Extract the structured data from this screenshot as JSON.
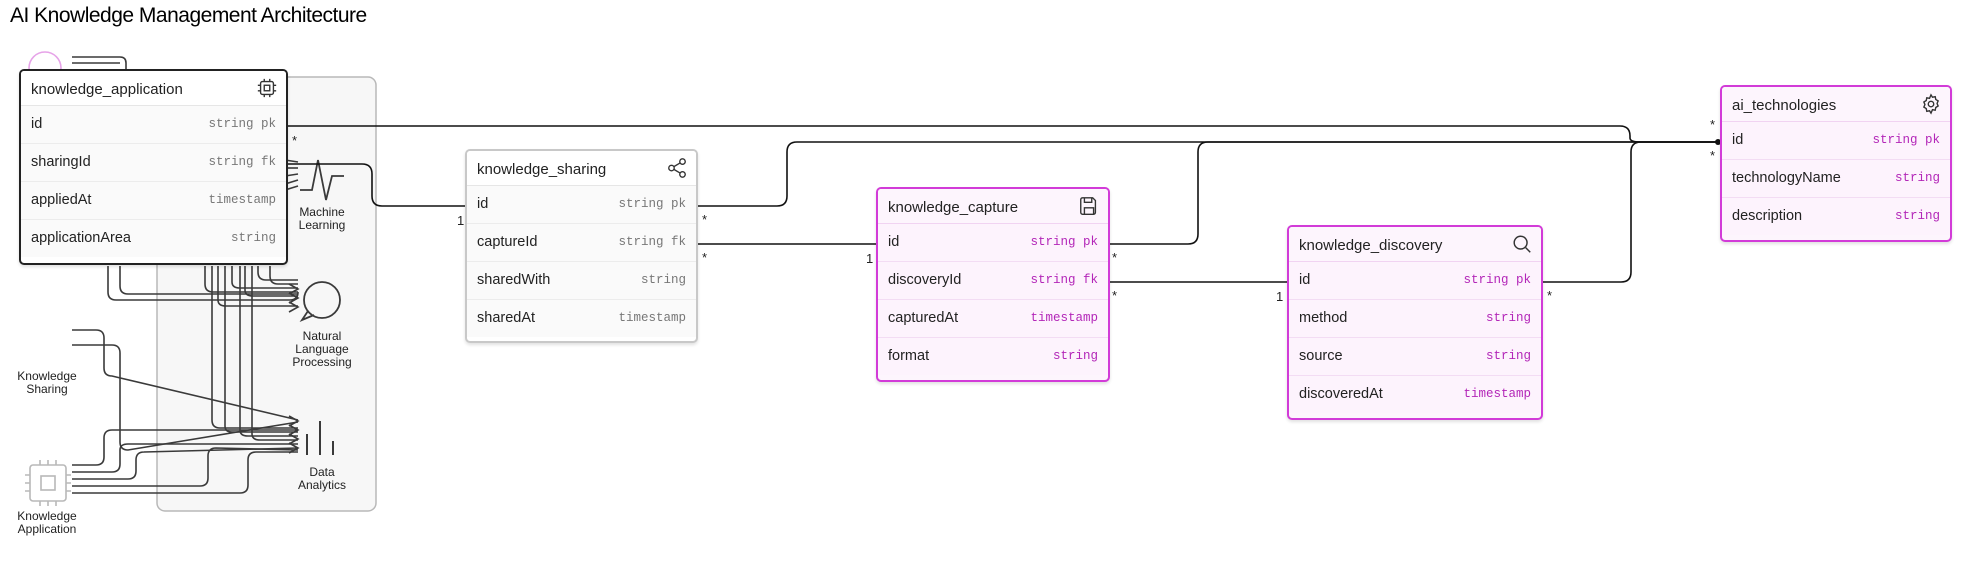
{
  "diagram": {
    "title": "AI Knowledge Management Architecture",
    "colors": {
      "line": "#222222",
      "magenta": "#d23bd8",
      "gray_border": "#c8c8c8",
      "group_fill": "#f7f7f7"
    }
  },
  "flow_nodes": {
    "machine_learning": "Machine Learning",
    "nlp": "Natural Language Processing",
    "data_analytics": "Data Analytics",
    "knowledge_sharing": "Knowledge Sharing",
    "knowledge_application": "Knowledge Application"
  },
  "entities": [
    {
      "id": "knowledge_application",
      "title": "knowledge_application",
      "icon": "cpu-chip-icon",
      "fields": [
        {
          "name": "id",
          "type": "string pk"
        },
        {
          "name": "sharingId",
          "type": "string fk"
        },
        {
          "name": "appliedAt",
          "type": "timestamp"
        },
        {
          "name": "applicationArea",
          "type": "string"
        }
      ]
    },
    {
      "id": "knowledge_sharing",
      "title": "knowledge_sharing",
      "icon": "share-icon",
      "fields": [
        {
          "name": "id",
          "type": "string pk"
        },
        {
          "name": "captureId",
          "type": "string fk"
        },
        {
          "name": "sharedWith",
          "type": "string"
        },
        {
          "name": "sharedAt",
          "type": "timestamp"
        }
      ]
    },
    {
      "id": "knowledge_capture",
      "title": "knowledge_capture",
      "icon": "save-icon",
      "fields": [
        {
          "name": "id",
          "type": "string pk"
        },
        {
          "name": "discoveryId",
          "type": "string fk"
        },
        {
          "name": "capturedAt",
          "type": "timestamp"
        },
        {
          "name": "format",
          "type": "string"
        }
      ]
    },
    {
      "id": "knowledge_discovery",
      "title": "knowledge_discovery",
      "icon": "search-icon",
      "fields": [
        {
          "name": "id",
          "type": "string pk"
        },
        {
          "name": "method",
          "type": "string"
        },
        {
          "name": "source",
          "type": "string"
        },
        {
          "name": "discoveredAt",
          "type": "timestamp"
        }
      ]
    },
    {
      "id": "ai_technologies",
      "title": "ai_technologies",
      "icon": "gear-icon",
      "fields": [
        {
          "name": "id",
          "type": "string pk"
        },
        {
          "name": "technologyName",
          "type": "string"
        },
        {
          "name": "description",
          "type": "string"
        }
      ]
    }
  ],
  "cardinality": {
    "one": "1",
    "many": "*"
  }
}
